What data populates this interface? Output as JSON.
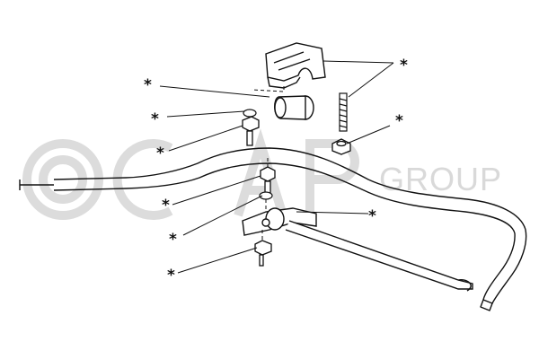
{
  "watermark": {
    "logo_text": "OCAP",
    "group_text": "GROUP",
    "color": "#d9d9d9"
  },
  "callouts": [
    {
      "id": "bush-clamp-upper",
      "symbol": "*"
    },
    {
      "id": "rubber-bush",
      "symbol": "*"
    },
    {
      "id": "washer",
      "symbol": "*"
    },
    {
      "id": "bolt-upper",
      "symbol": "*"
    },
    {
      "id": "nut-upper",
      "symbol": "*"
    },
    {
      "id": "bolt-lower",
      "symbol": "*"
    },
    {
      "id": "washer-lower",
      "symbol": "*"
    },
    {
      "id": "bush-clamp-lower",
      "symbol": "*"
    },
    {
      "id": "nut-lower",
      "symbol": "*"
    }
  ]
}
